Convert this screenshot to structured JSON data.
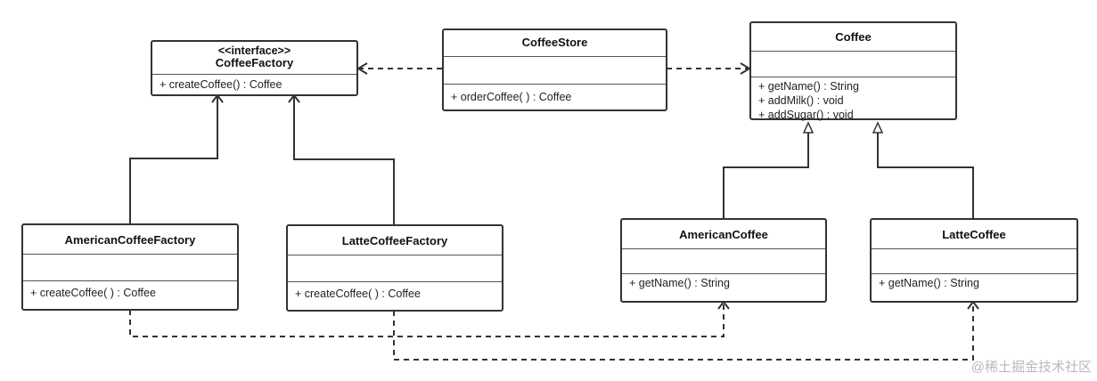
{
  "classes": {
    "coffee_factory": {
      "stereotype": "<<interface>>",
      "name": "CoffeeFactory",
      "ops": [
        "+ createCoffee() : Coffee"
      ]
    },
    "coffee_store": {
      "name": "CoffeeStore",
      "ops": [
        "+ orderCoffee( ) : Coffee"
      ]
    },
    "coffee": {
      "name": "Coffee",
      "ops": [
        "+ getName() : String",
        "+ addMilk() : void",
        "+ addSugar() : void"
      ]
    },
    "american_coffee_factory": {
      "name": "AmericanCoffeeFactory",
      "ops": [
        "+ createCoffee( ) : Coffee"
      ]
    },
    "latte_coffee_factory": {
      "name": "LatteCoffeeFactory",
      "ops": [
        "+ createCoffee( ) : Coffee"
      ]
    },
    "american_coffee": {
      "name": "AmericanCoffee",
      "ops": [
        "+ getName() : String"
      ]
    },
    "latte_coffee": {
      "name": "LatteCoffee",
      "ops": [
        "+ getName() : String"
      ]
    }
  },
  "relations": [
    {
      "from": "CoffeeStore",
      "to": "CoffeeFactory",
      "kind": "dependency"
    },
    {
      "from": "CoffeeStore",
      "to": "Coffee",
      "kind": "dependency"
    },
    {
      "from": "AmericanCoffeeFactory",
      "to": "CoffeeFactory",
      "kind": "realization"
    },
    {
      "from": "LatteCoffeeFactory",
      "to": "CoffeeFactory",
      "kind": "realization"
    },
    {
      "from": "AmericanCoffee",
      "to": "Coffee",
      "kind": "generalization"
    },
    {
      "from": "LatteCoffee",
      "to": "Coffee",
      "kind": "generalization"
    },
    {
      "from": "AmericanCoffeeFactory",
      "to": "AmericanCoffee",
      "kind": "dependency"
    },
    {
      "from": "LatteCoffeeFactory",
      "to": "LatteCoffee",
      "kind": "dependency"
    }
  ],
  "watermark": "@稀土掘金技术社区",
  "colors": {
    "line": "#333333",
    "border": "#333333",
    "watermark": "#b9b9b9"
  }
}
